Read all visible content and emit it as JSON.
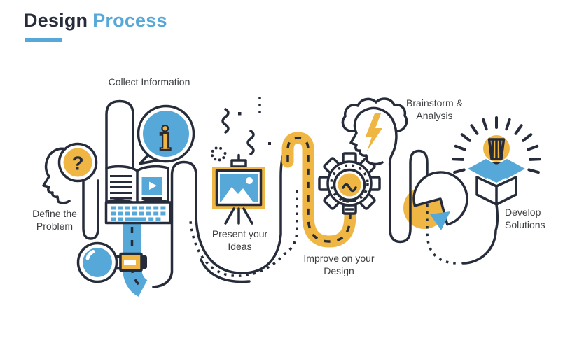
{
  "title": {
    "part_dark": "Design",
    "part_blue": "Process"
  },
  "colors": {
    "blue": "#56A8D8",
    "yellow": "#EFB644",
    "dark": "#262C3A",
    "text": "#3C3E41"
  },
  "stages": [
    {
      "id": "define-problem",
      "label": "Define the\nProblem",
      "icon": "head-question-icon",
      "bubble_glyph": "?"
    },
    {
      "id": "collect-information",
      "label": "Collect Information",
      "icon": "book-keyboard-icon",
      "bubble_glyph": "i"
    },
    {
      "id": "present-ideas",
      "label": "Present your\nIdeas",
      "icon": "presentation-easel-icon"
    },
    {
      "id": "improve-design",
      "label": "Improve on your\nDesign",
      "icon": "gear-lightbulb-icon"
    },
    {
      "id": "brainstorm-analysis",
      "label": "Brainstorm &\nAnalysis",
      "icon": "head-cloud-lightning-icon"
    },
    {
      "id": "develop-solutions",
      "label": "Develop\nSolutions",
      "icon": "idea-box-icon"
    }
  ]
}
